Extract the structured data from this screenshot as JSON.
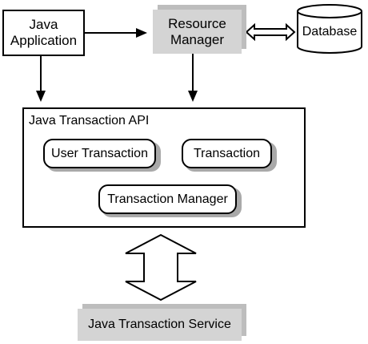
{
  "diagram": {
    "java_application": "Java\nApplication",
    "resource_manager": "Resource\nManager",
    "database": "Database",
    "java_transaction_api": "Java Transaction API",
    "user_transaction": "User Transaction",
    "transaction": "Transaction",
    "transaction_manager": "Transaction Manager",
    "java_transaction_service": "Java Transaction Service"
  },
  "colors": {
    "shaded_box": "#d4d4d4",
    "shadow": "#a9a9a9",
    "stroke": "#000000"
  }
}
